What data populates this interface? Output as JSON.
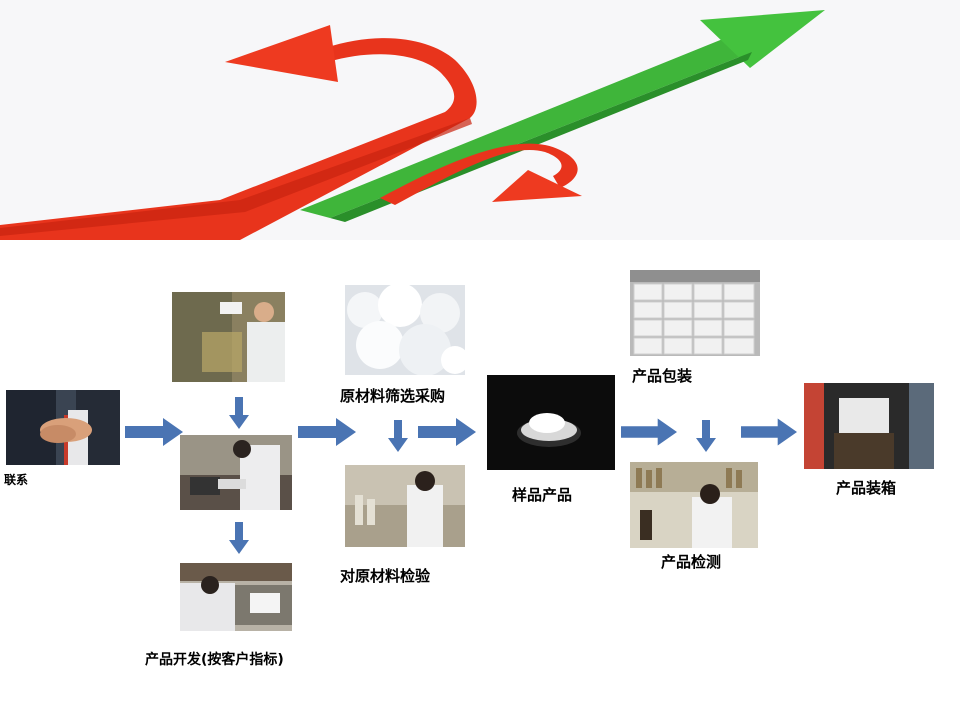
{
  "colors": {
    "banner_bg": "#f7f7f9",
    "red_arrow": "#e8341c",
    "green_arrow": "#3fb53a",
    "flow_arrow": "#4a74b3"
  },
  "banner": {
    "description_icon": "red-u-turn-arrow-and-green-rising-arrow"
  },
  "steps": {
    "contact": {
      "label": "联系",
      "photo": "handshake-photo"
    },
    "dev_top": {
      "photo": "lab-scale-photo"
    },
    "dev_mid": {
      "photo": "lab-grinding-photo"
    },
    "dev_bottom": {
      "label": "产品开发(按客户指标)",
      "photo": "lab-fumehood-photo"
    },
    "raw_purchase": {
      "label": "原材料筛选采购",
      "photo": "white-flakes-photo"
    },
    "raw_inspect": {
      "label": "对原材料检验",
      "photo": "lab-technician-photo"
    },
    "sample": {
      "label": "样品产品",
      "photo": "sample-dish-photo"
    },
    "packaging": {
      "label": "产品包装",
      "photo": "stacked-bags-photo"
    },
    "testing": {
      "label": "产品检测",
      "photo": "lab-testing-photo"
    },
    "boxing": {
      "label": "产品装箱",
      "photo": "container-loading-photo"
    }
  }
}
